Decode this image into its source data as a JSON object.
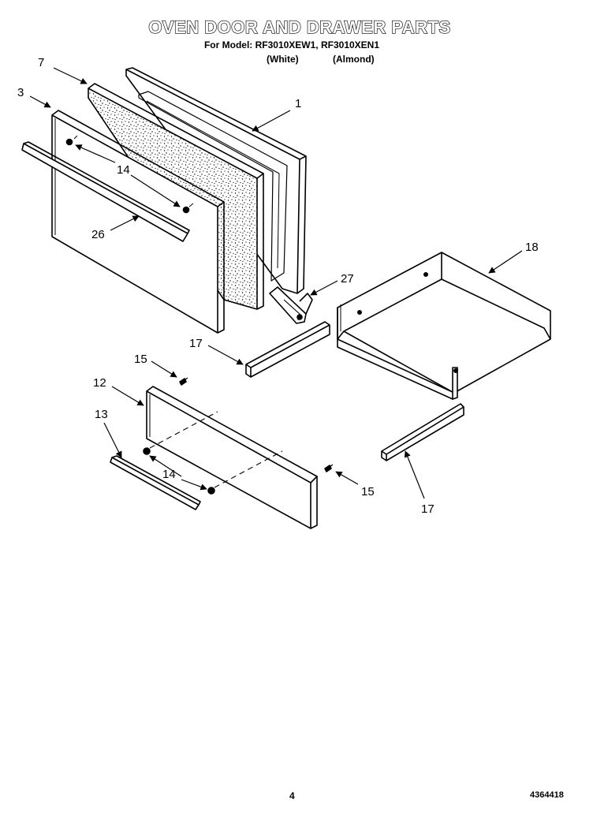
{
  "header": {
    "title": "OVEN DOOR AND DRAWER PARTS",
    "models_line": "For Model: RF3010XEW1, RF3010XEN1",
    "variant_white": "(White)",
    "variant_almond": "(Almond)"
  },
  "callouts": {
    "c7": "7",
    "c3": "3",
    "c1": "1",
    "c14_top": "14",
    "c26": "26",
    "c18": "18",
    "c27": "27",
    "c17_left": "17",
    "c15_left": "15",
    "c12": "12",
    "c13": "13",
    "c14_bottom": "14",
    "c15_right": "15",
    "c17_right": "17"
  },
  "footer": {
    "page_number": "4",
    "document_number": "4364418"
  }
}
